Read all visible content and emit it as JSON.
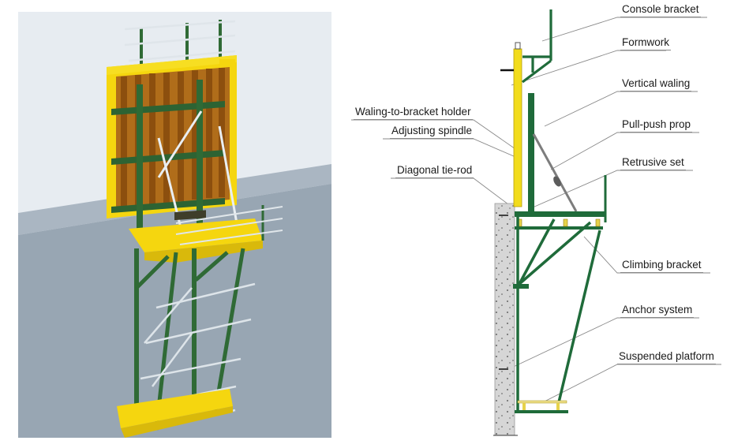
{
  "figure": {
    "left_panel": {
      "name": "climbing formwork 3D illustration",
      "colors": {
        "wall_upper": "#e6ebf0",
        "wall_lower": "#97a5b2",
        "slab_face": "#a9b5c1",
        "formwork_yellow": "#f5d60f",
        "timber_brown": "#9a5a12",
        "steel_green": "#2f6a35",
        "rail_white": "#e9eef2"
      }
    },
    "right_panel": {
      "name": "climbing formwork section diagram",
      "colors": {
        "steel_green": "#1f6b3a",
        "formwork_yellow": "#f2dc1c",
        "concrete": "#d4d4d4",
        "leader_line": "#8a8a8a",
        "prop_grey": "#7d7d7d"
      },
      "labels": {
        "console_bracket": "Console bracket",
        "formwork": "Formwork",
        "vertical_waling": "Vertical waling",
        "waling_to_bracket_holder": "Waling-to-bracket holder",
        "adjusting_spindle": "Adjusting spindle",
        "pull_push_prop": "Pull-push prop",
        "diagonal_tie_rod": "Diagonal tie-rod",
        "retrusive_set": "Retrusive set",
        "climbing_bracket": "Climbing bracket",
        "anchor_system": "Anchor system",
        "suspended_platform": "Suspended platform"
      }
    }
  }
}
